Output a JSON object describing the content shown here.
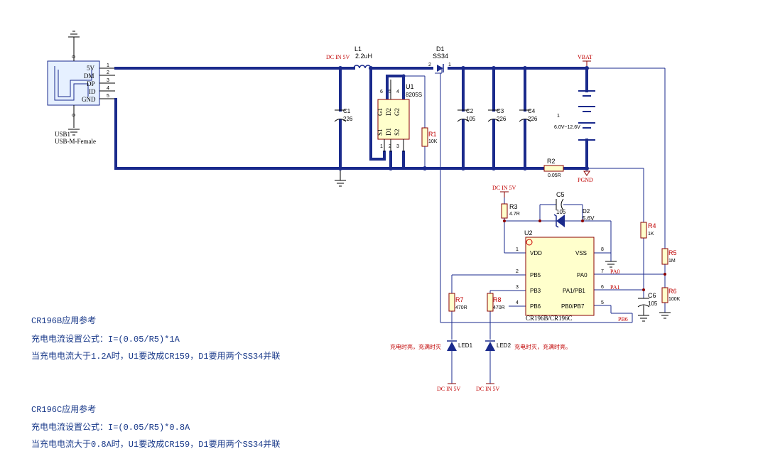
{
  "usb": {
    "pins": [
      "5V",
      "DM",
      "DP",
      "ID",
      "GND"
    ],
    "pin_numbers": [
      "1",
      "2",
      "3",
      "4",
      "5"
    ],
    "designator": "USB1",
    "part": "USB-M-Female",
    "mount_label": "0"
  },
  "l1": {
    "designator": "L1",
    "value": "2.2uH"
  },
  "dcin_top": "DC IN 5V",
  "d1": {
    "designator": "D1",
    "value": "SS34",
    "pin2": "2",
    "pin1": "1"
  },
  "vbat": "VBAT",
  "u1": {
    "designator": "U1",
    "part": "8205S",
    "pins_top": [
      "G1",
      "D2",
      "G2"
    ],
    "pins_bottom": [
      "S1",
      "D1",
      "S2"
    ],
    "pin_nums_top": [
      "6",
      "5",
      "4"
    ],
    "pin_nums_bottom": [
      "1",
      "2",
      "3"
    ]
  },
  "c1": {
    "designator": "C1",
    "value": "226"
  },
  "r1": {
    "designator": "R1",
    "value": "10K"
  },
  "c2": {
    "designator": "C2",
    "value": "105"
  },
  "c3": {
    "designator": "C3",
    "value": "226"
  },
  "c4": {
    "designator": "C4",
    "value": "226"
  },
  "battery": {
    "pin": "1",
    "value": "6.0V~12.6V"
  },
  "r2": {
    "designator": "R2",
    "value": "0.05R"
  },
  "pgnd": "PGND",
  "dcin_r3": "DC IN 5V",
  "r3": {
    "designator": "R3",
    "value": "4.7R"
  },
  "c5": {
    "designator": "C5",
    "value": "105"
  },
  "d2": {
    "designator": "D2",
    "value": "5.6V"
  },
  "r4": {
    "designator": "R4",
    "value": "1K"
  },
  "r5": {
    "designator": "R5",
    "value": "1M"
  },
  "r6": {
    "designator": "R6",
    "value": "100K"
  },
  "c6": {
    "designator": "C6",
    "value": "105"
  },
  "u2": {
    "designator": "U2",
    "part": "CR196B/CR196C",
    "left_pins": [
      "VDD",
      "PB5",
      "PB3",
      "PB6"
    ],
    "left_nums": [
      "1",
      "2",
      "3",
      "4"
    ],
    "right_pins": [
      "VSS",
      "PA0",
      "PA1/PB1",
      "PB0/PB7"
    ],
    "right_nums": [
      "8",
      "7",
      "6",
      "5"
    ]
  },
  "nets": {
    "pa0": "PA0",
    "pa1": "PA1",
    "pb6": "PB6"
  },
  "r7": {
    "designator": "R7",
    "value": "470R"
  },
  "r8": {
    "designator": "R8",
    "value": "470R"
  },
  "led1": {
    "designator": "LED1",
    "note": "充电时亮，充满时灭",
    "supply": "DC IN 5V"
  },
  "led2": {
    "designator": "LED2",
    "note": "充电时灭，充满时亮。",
    "supply": "DC IN 5V"
  },
  "notes": [
    "CR196B应用参考",
    "充电电流设置公式：I=(0.05/R5)*1A",
    "当充电电流大于1.2A时，U1要改成CR159，D1要用两个SS34并联",
    "CR196C应用参考",
    "充电电流设置公式：I=(0.05/R5)*0.8A",
    "当充电电流大于0.8A时，U1要改成CR159，D1要用两个SS34并联"
  ]
}
